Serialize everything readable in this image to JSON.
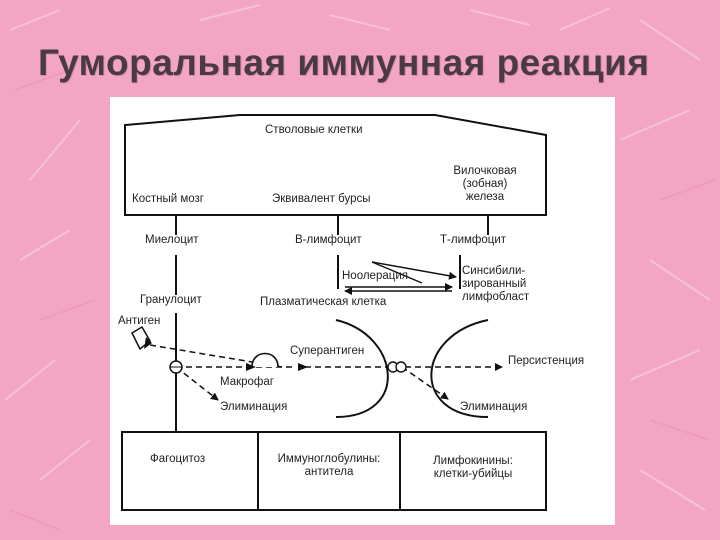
{
  "slide": {
    "title": "Гуморальная иммунная реакция"
  },
  "diagram": {
    "stem_cells": "Стволовые клетки",
    "bone_marrow": "Костный мозг",
    "bursa_equivalent": "Эквивалент бурсы",
    "thymus_line1": "Вилочковая",
    "thymus_line2": "(зобная)",
    "thymus_line3": "железа",
    "myelocyte": "Миелоцит",
    "b_lymphocyte": "В-лимфоцит",
    "t_lymphocyte": "Т-лимфоцит",
    "cooperation": "Ноолерация",
    "sensitized_line1": "Синсибили-",
    "sensitized_line2": "зированный",
    "sensitized_line3": "лимфобласт",
    "granulocyte": "Гранулоцит",
    "plasma_cell": "Плазматическая клетка",
    "antigen": "Антиген",
    "superantigen": "Суперантиген",
    "persistence": "Персистенция",
    "macrophage": "Макрофаг",
    "elimination_left": "Элиминация",
    "elimination_right": "Элиминация",
    "phagocytosis": "Фагоцитоз",
    "immunoglobulins_line1": "Иммуноглобулины:",
    "immunoglobulins_line2": "антитела",
    "lymphokines_line1": "Лимфокинины:",
    "lymphokines_line2": "клетки-убийцы"
  }
}
